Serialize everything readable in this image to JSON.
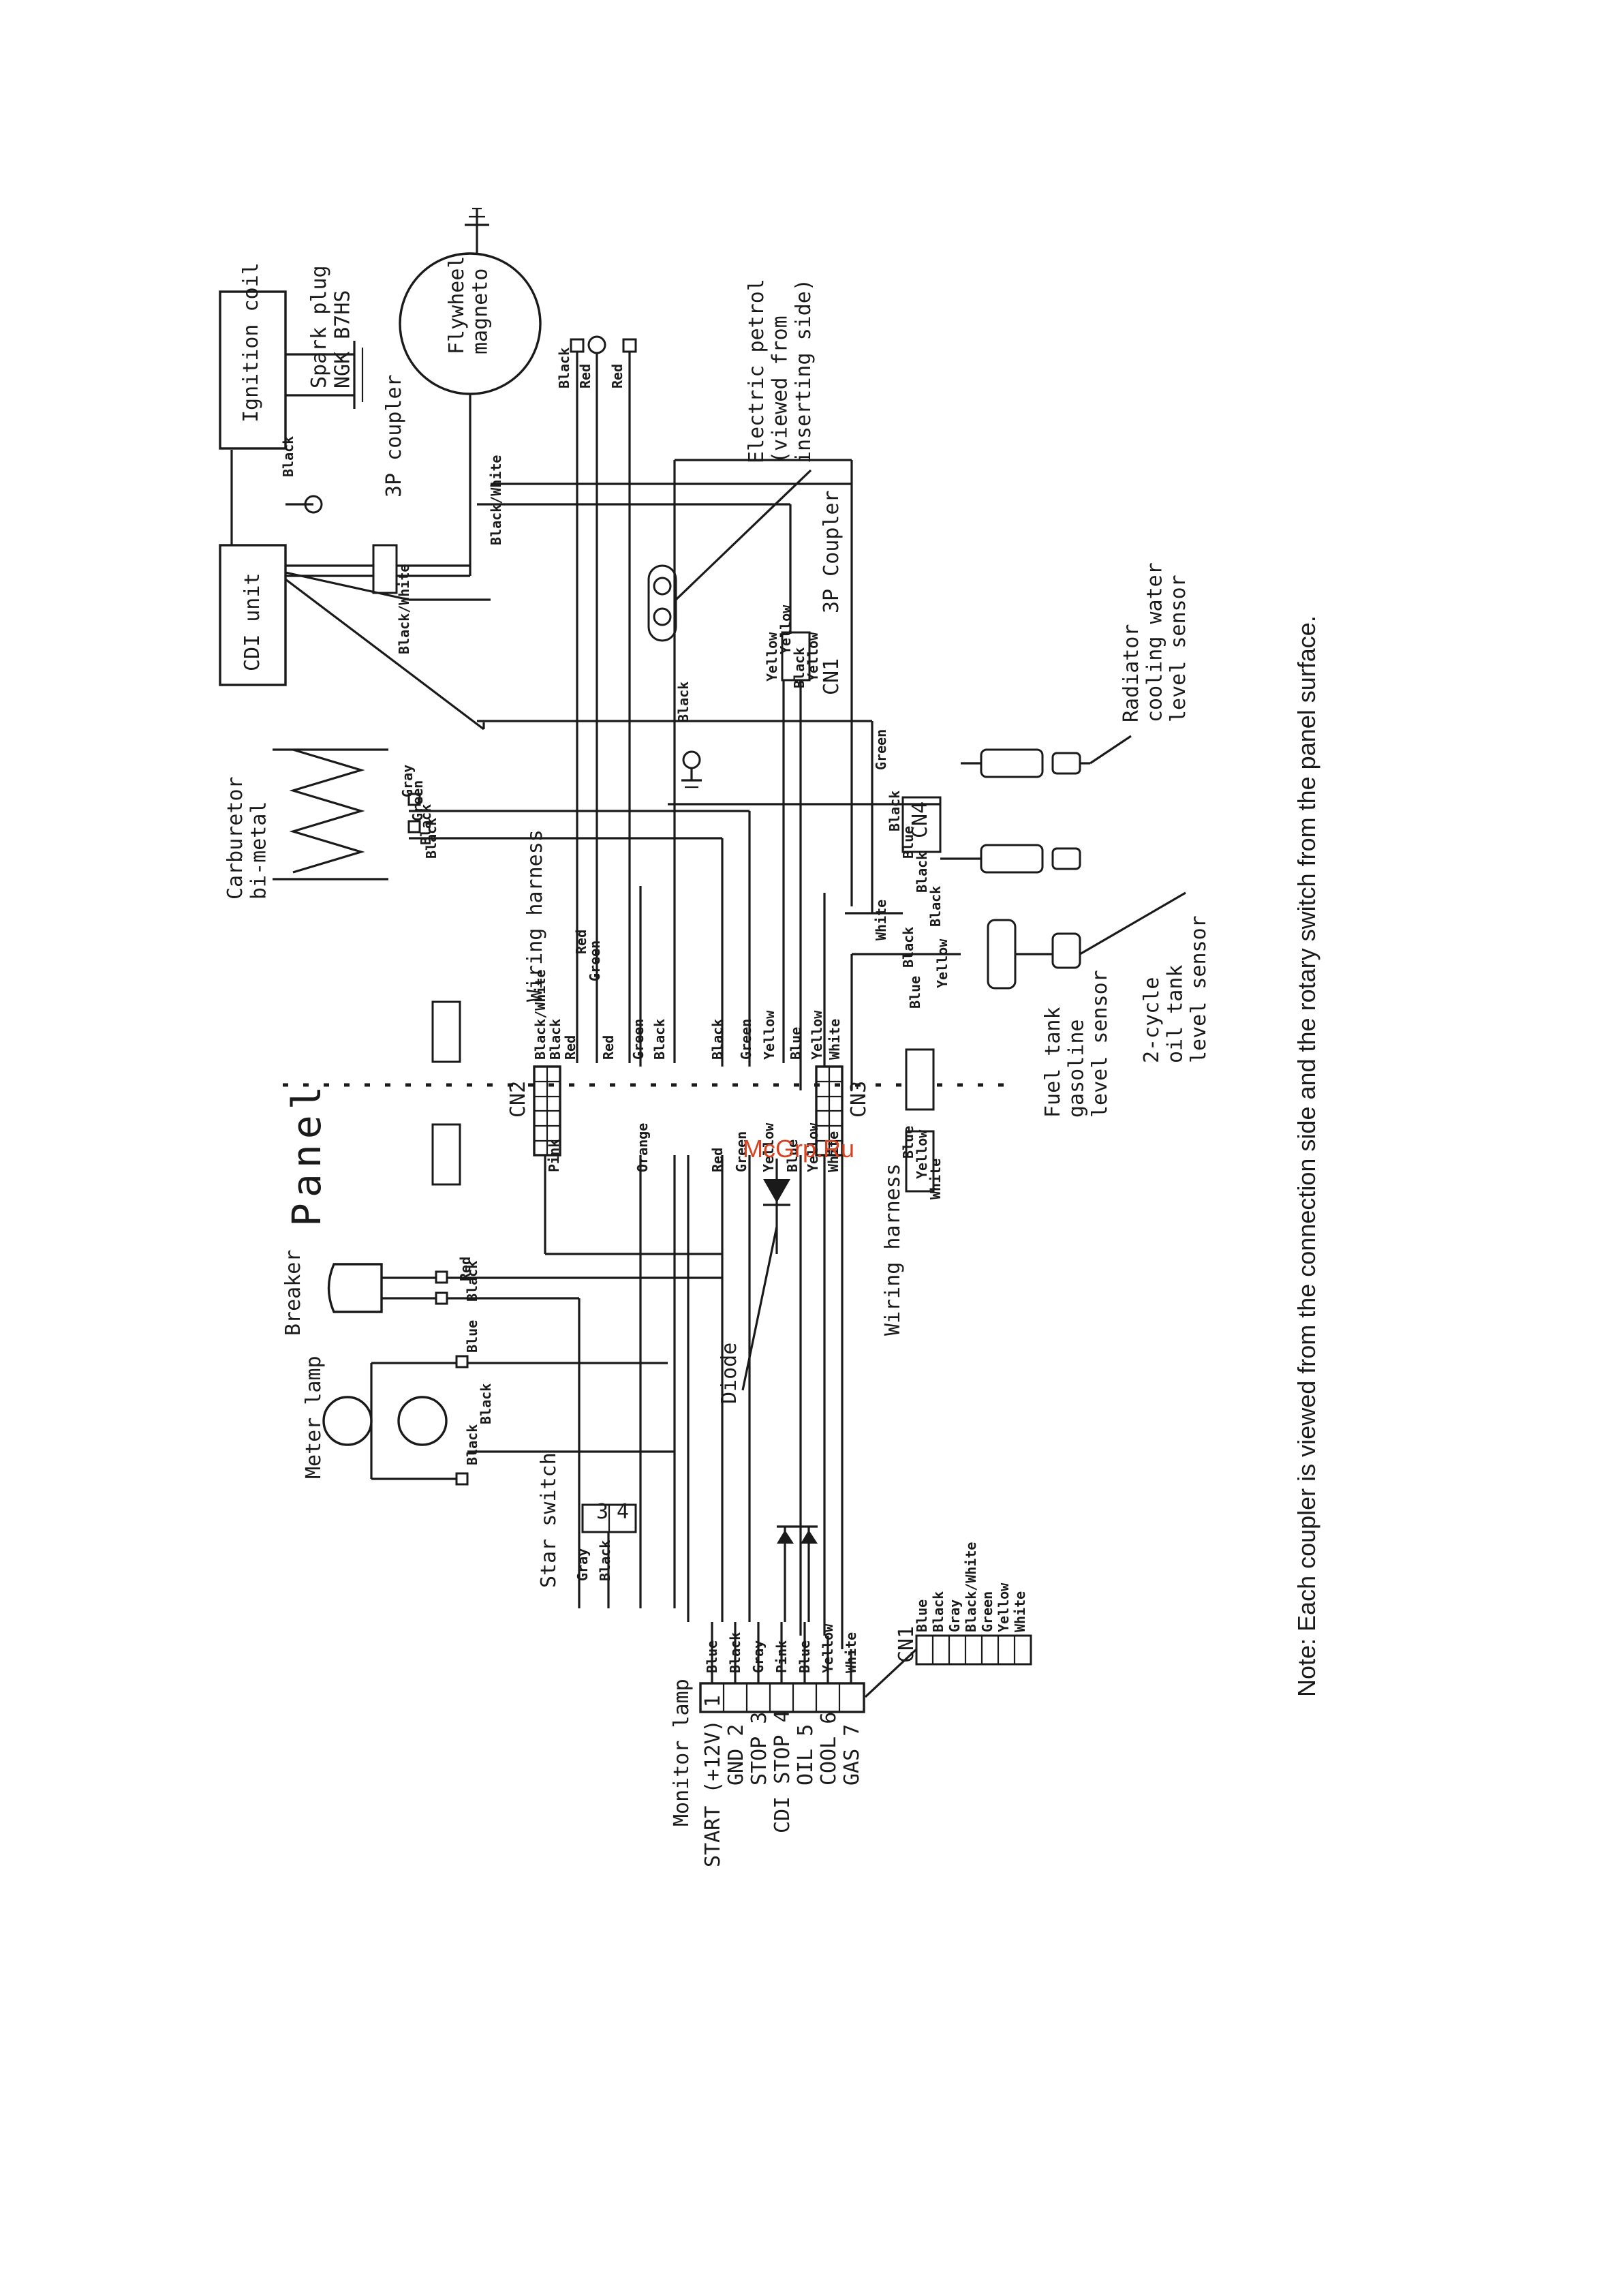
{
  "watermark": "McGrp.Ru",
  "note": "Note: Each coupler is viewed from the connection side and the rotary switch from the panel surface.",
  "components": {
    "ignition_coil": "Ignition coil",
    "spark_plug": "Spark plug\nNGK B7HS",
    "flywheel_magneto": "Flywheel\nmagneto",
    "cdi_unit": "CDI unit",
    "coupler_3p": "3P coupler",
    "coupler_3p_b": "3P Coupler",
    "electric_petrol": "Electric petrol\n(viewed from\ninserting side)",
    "carburetor_bimetal": "Carburetor\nbi-metal",
    "wiring_harness": "Wiring harness",
    "radiator_sensor": "Radiator\ncooling water\nlevel sensor",
    "oil_tank_sensor": "2-cycle\noil tank\nlevel sensor",
    "fuel_tank_sensor": "Fuel tank\ngasoline\nlevel sensor",
    "panel": "Panel",
    "breaker": "Breaker",
    "meter_lamp": "Meter lamp",
    "diode": "Diode",
    "starter_switch": "Star switch",
    "monitor_lamp": "Monitor lamp",
    "cn1": "CN1",
    "cn2": "CN2",
    "cn3": "CN3",
    "cn4": "CN4",
    "cn1_small": "CN1"
  },
  "cn2_wires_left": [
    "Black/White",
    "Black",
    "Red",
    "Red",
    "Green",
    "Black"
  ],
  "cn3_wires_left": [
    "Black",
    "Green",
    "Yellow",
    "Blue",
    "Yellow",
    "White"
  ],
  "top_wire_labels": [
    "Black",
    "Red",
    "Red"
  ],
  "cn1_pins": [
    "START (+12V) 1",
    "GND 2",
    "STOP 3",
    "CDI STOP 4",
    "OIL 5",
    "COOL 6",
    "GAS 7"
  ],
  "cn1_colors": [
    "Blue",
    "Black",
    "Gray",
    "Pink",
    "Blue",
    "Yellow",
    "White"
  ],
  "cn1_legend": [
    "Blue",
    "Black",
    "Gray",
    "Black/White",
    "Green",
    "Yellow",
    "White"
  ],
  "starter_labels": [
    "Gray",
    "Black"
  ],
  "starter_pins": [
    "3",
    "4"
  ],
  "misc_labels": [
    "Black",
    "Black/White",
    "Black/White",
    "Black",
    "Green",
    "Gray",
    "Black",
    "Black",
    "Yellow",
    "Yellow",
    "Black",
    "Yellow",
    "Green",
    "Black",
    "Blue",
    "Black",
    "Black",
    "White",
    "Black",
    "Yellow",
    "Blue",
    "Blue",
    "Black",
    "Black",
    "Red",
    "Black",
    "Orange",
    "Red",
    "Green",
    "Yellow",
    "Blue",
    "Yellow",
    "White",
    "Pink",
    "Green",
    "Red",
    "Blue",
    "Yellow",
    "White"
  ]
}
